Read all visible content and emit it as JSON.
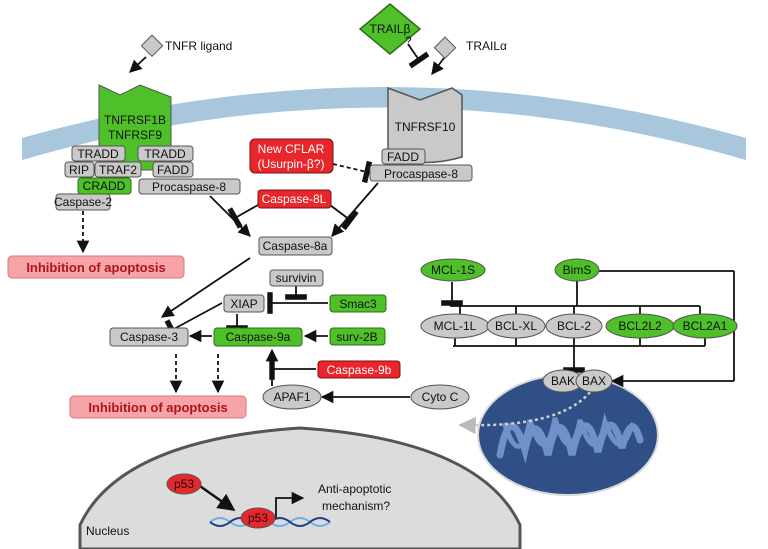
{
  "colors": {
    "membrane": "#a8c7dc",
    "receptor_green": "#4fbf2a",
    "gray_box": "#c9c9c9",
    "red_box": "#e8262b",
    "pink_box": "#f6a4a8",
    "mito_blue": "#2f4f86",
    "nucleus": "#dcdcdc"
  },
  "labels": {
    "tnfr_ligand": "TNFR ligand",
    "trail_beta": "TRAILβ",
    "question": "?",
    "trail_alpha": "TRAILα",
    "tnfrsf1b": "TNFRSF1B",
    "tnfrsf9": "TNFRSF9",
    "tnfrsf10": "TNFRSF10",
    "tradd_a": "TRADD",
    "tradd_b": "TRADD",
    "rip": "RIP",
    "traf2": "TRAF2",
    "fadd_a": "FADD",
    "fadd_b": "FADD",
    "cradd": "CRADD",
    "procaspase8_a": "Procaspase-8",
    "procaspase8_b": "Procaspase-8",
    "caspase2": "Caspase-2",
    "new_cflar_1": "New CFLAR",
    "new_cflar_2": "(Usurpin-β?)",
    "caspase8l": "Caspase-8L",
    "caspase8a": "Caspase-8a",
    "inhibition_1": "Inhibition of apoptosis",
    "inhibition_2": "Inhibition of apoptosis",
    "survivin": "survivin",
    "xiap": "XIAP",
    "smac3": "Smac3",
    "caspase3": "Caspase-3",
    "caspase9a": "Caspase-9a",
    "surv2b": "surv-2B",
    "caspase9b": "Caspase-9b",
    "apaf1": "APAF1",
    "cytoc": "Cyto C",
    "mcl1s": "MCL-1S",
    "bims": "BimS",
    "mcl1l": "MCL-1L",
    "bclxl": "BCL-XL",
    "bcl2": "BCL-2",
    "bcl2l2": "BCL2L2",
    "bcl2a1": "BCL2A1",
    "bak": "BAK",
    "bax": "BAX",
    "p53_a": "p53",
    "p53_b": "p53",
    "anti_1": "Anti-apoptotic",
    "anti_2": "mechanism?",
    "nucleus": "Nucleus"
  }
}
